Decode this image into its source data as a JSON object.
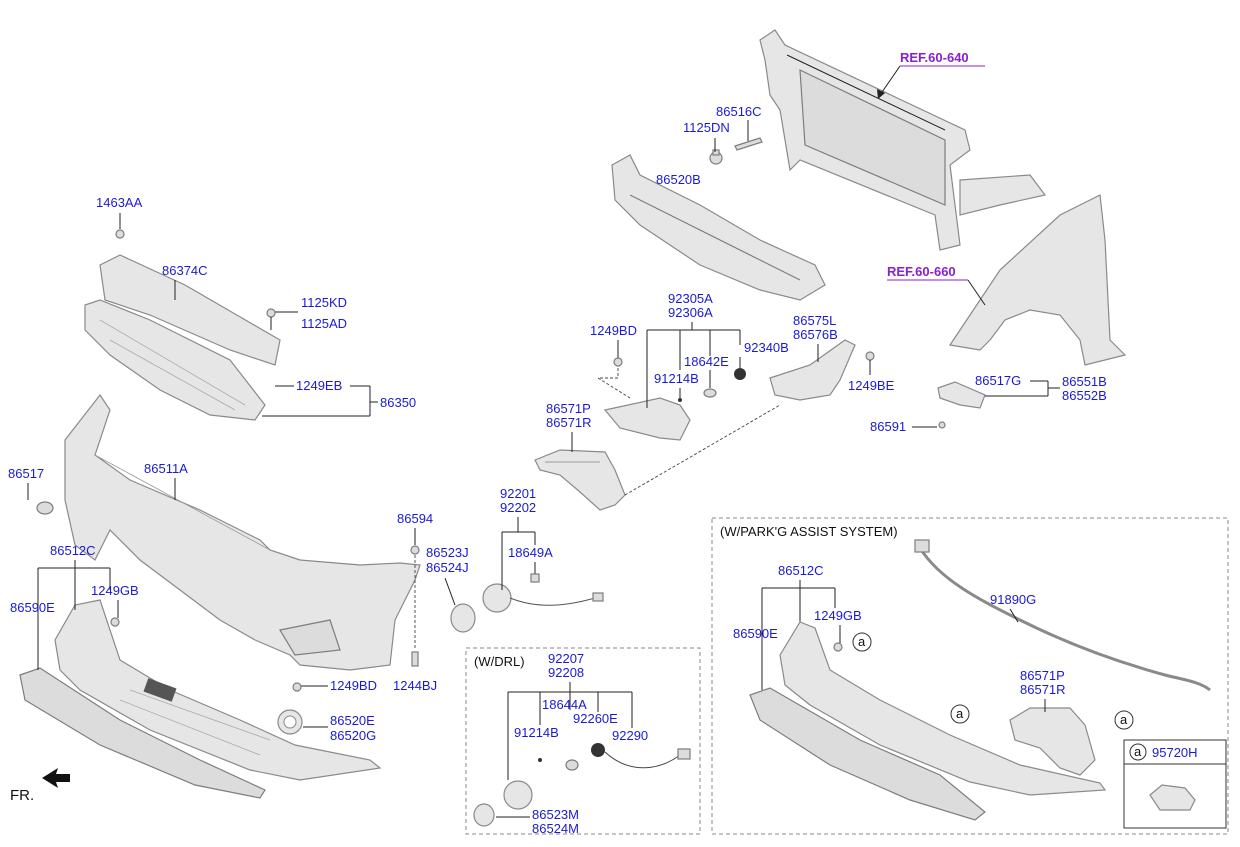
{
  "refs": {
    "ref_640": "REF.60-640",
    "ref_660": "REF.60-660"
  },
  "labels": {
    "p86516C": "86516C",
    "p1125DN": "1125DN",
    "p86520B": "86520B",
    "p1463AA": "1463AA",
    "p86374C": "86374C",
    "p1125KD": "1125KD",
    "p1125AD": "1125AD",
    "p1249EB": "1249EB",
    "p86350": "86350",
    "p86517": "86517",
    "p86511A": "86511A",
    "p86512C": "86512C",
    "p86590E": "86590E",
    "p1249GB": "1249GB",
    "p1249BD_l": "1249BD",
    "p86520E": "86520E",
    "p86520G": "86520G",
    "p86594": "86594",
    "p1244BJ": "1244BJ",
    "p86523J": "86523J",
    "p86524J": "86524J",
    "p92201": "92201",
    "p92202": "92202",
    "p18649A": "18649A",
    "p1249BD_m": "1249BD",
    "p92305A": "92305A",
    "p92306A": "92306A",
    "p92340B": "92340B",
    "p18642E": "18642E",
    "p91214B_m": "91214B",
    "p86571P": "86571P",
    "p86571R": "86571R",
    "p86575L": "86575L",
    "p86576B": "86576B",
    "p1249BE": "1249BE",
    "p86517G": "86517G",
    "p86551B": "86551B",
    "p86552B": "86552B",
    "p86591": "86591",
    "fr": "FR."
  },
  "drl_box": {
    "title": "(W/DRL)",
    "p92207": "92207",
    "p92208": "92208",
    "p18644A": "18644A",
    "p91214B": "91214B",
    "p92260E": "92260E",
    "p92290": "92290",
    "p86523M": "86523M",
    "p86524M": "86524M"
  },
  "park_box": {
    "title": "(W/PARK'G ASSIST SYSTEM)",
    "p86512C": "86512C",
    "p86590E": "86590E",
    "p1249GB": "1249GB",
    "p91890G": "91890G",
    "p86571P": "86571P",
    "p86571R": "86571R",
    "callout": "a",
    "p95720H": "95720H"
  }
}
